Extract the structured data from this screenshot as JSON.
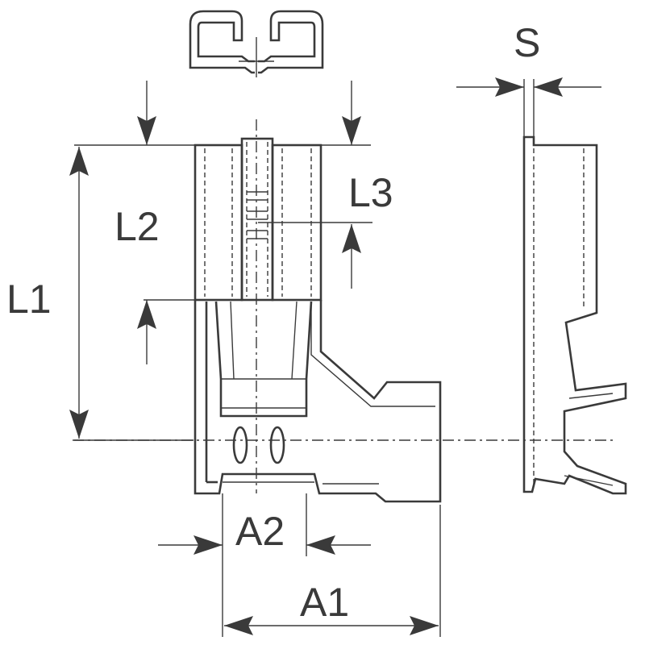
{
  "diagram": {
    "labels": {
      "S": "S",
      "L1": "L1",
      "L2": "L2",
      "L3": "L3",
      "A1": "A1",
      "A2": "A2"
    },
    "colors": {
      "line": "#3a3a3a",
      "background": "#ffffff"
    }
  }
}
